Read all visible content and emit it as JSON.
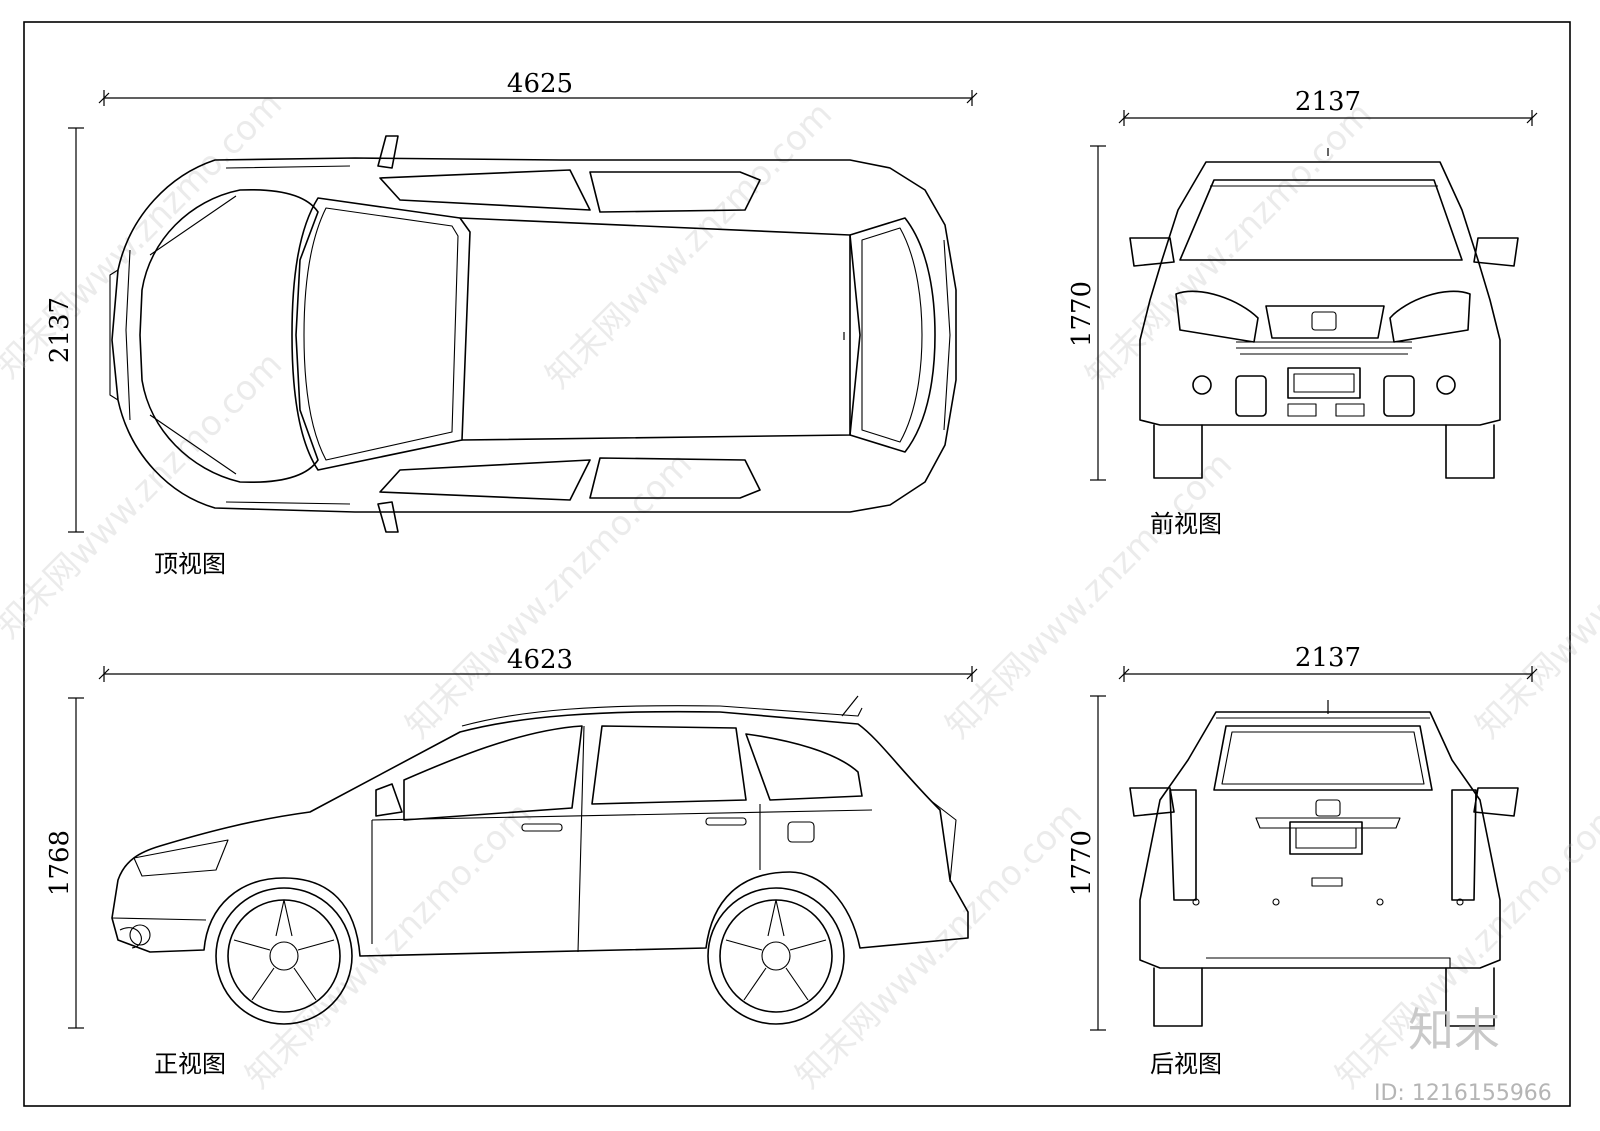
{
  "dimensions": {
    "top_length": "4625",
    "top_width": "2137",
    "front_width": "2137",
    "front_height": "1770",
    "side_length": "4623",
    "side_height": "1768",
    "rear_width": "2137",
    "rear_height": "1770"
  },
  "captions": {
    "top_view": "顶视图",
    "front_view": "前视图",
    "side_view": "正视图",
    "rear_view": "后视图"
  },
  "watermark": {
    "text": "知末网www.znzmo.com",
    "logo": "知末",
    "image_id": "ID: 1216155966"
  },
  "colors": {
    "line": "#000000",
    "background": "#ffffff",
    "watermark": "#bbbbbb"
  }
}
